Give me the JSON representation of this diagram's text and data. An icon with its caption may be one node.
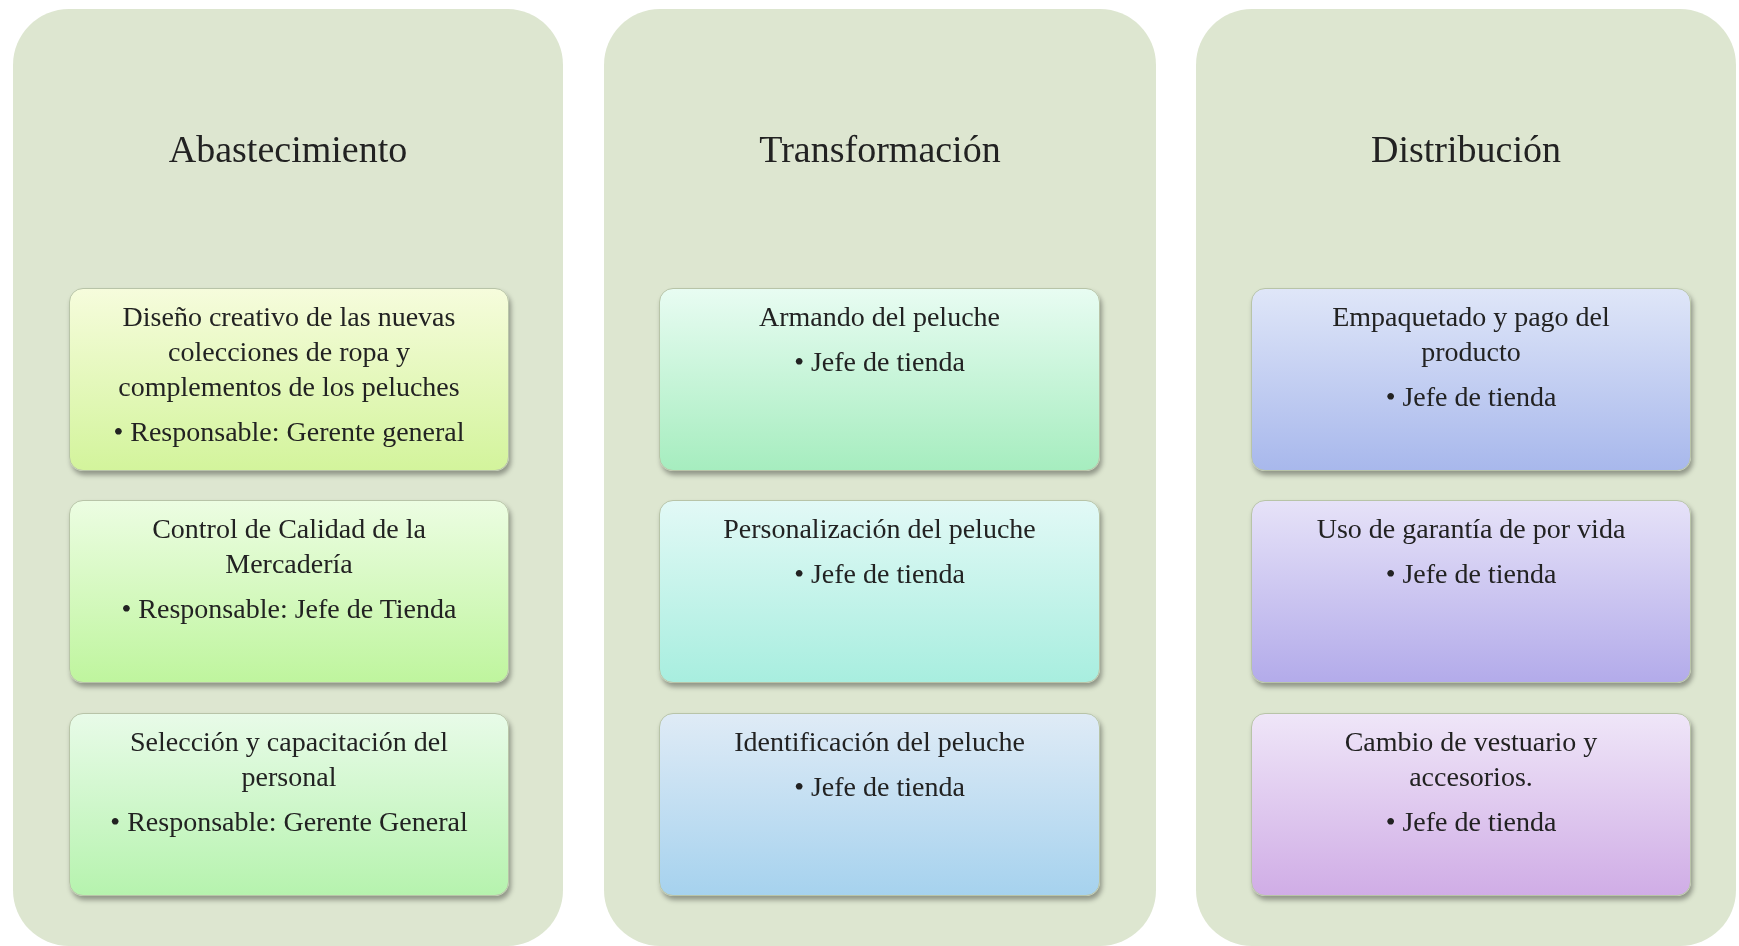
{
  "diagram": {
    "nodes": [
      {
        "text": [
          "Abastecimiento"
        ]
      },
      {
        "text": [
          "Diseño creativo de las nuevas colecciones de ropa y complementos de los peluches",
          "• Responsable: Gerente general"
        ],
        "in": 0
      },
      {
        "text": [
          "Control de Calidad de la Mercadería",
          "• Responsable: Jefe de Tienda"
        ],
        "in": 0
      },
      {
        "text": [
          "Selección y capacitación del personal",
          "• Responsable: Gerente General"
        ],
        "in": 0
      },
      {
        "text": [
          "Transformación"
        ]
      },
      {
        "text": [
          "Armando del peluche",
          "• Jefe de tienda"
        ],
        "in": 4
      },
      {
        "text": [
          "Personalización del peluche",
          "• Jefe de tienda"
        ],
        "in": 4
      },
      {
        "text": [
          "Identificación del peluche",
          "• Jefe de tienda"
        ],
        "in": 4
      },
      {
        "text": [
          "Distribución"
        ]
      },
      {
        "text": [
          "Empaquetado y pago del producto",
          "• Jefe de tienda"
        ],
        "in": 8
      },
      {
        "text": [
          "Uso de garantía de por vida",
          "• Jefe de tienda"
        ],
        "in": 8
      },
      {
        "text": [
          "Cambio de vestuario y accesorios.",
          "• Jefe de tienda"
        ],
        "in": 8
      }
    ]
  }
}
